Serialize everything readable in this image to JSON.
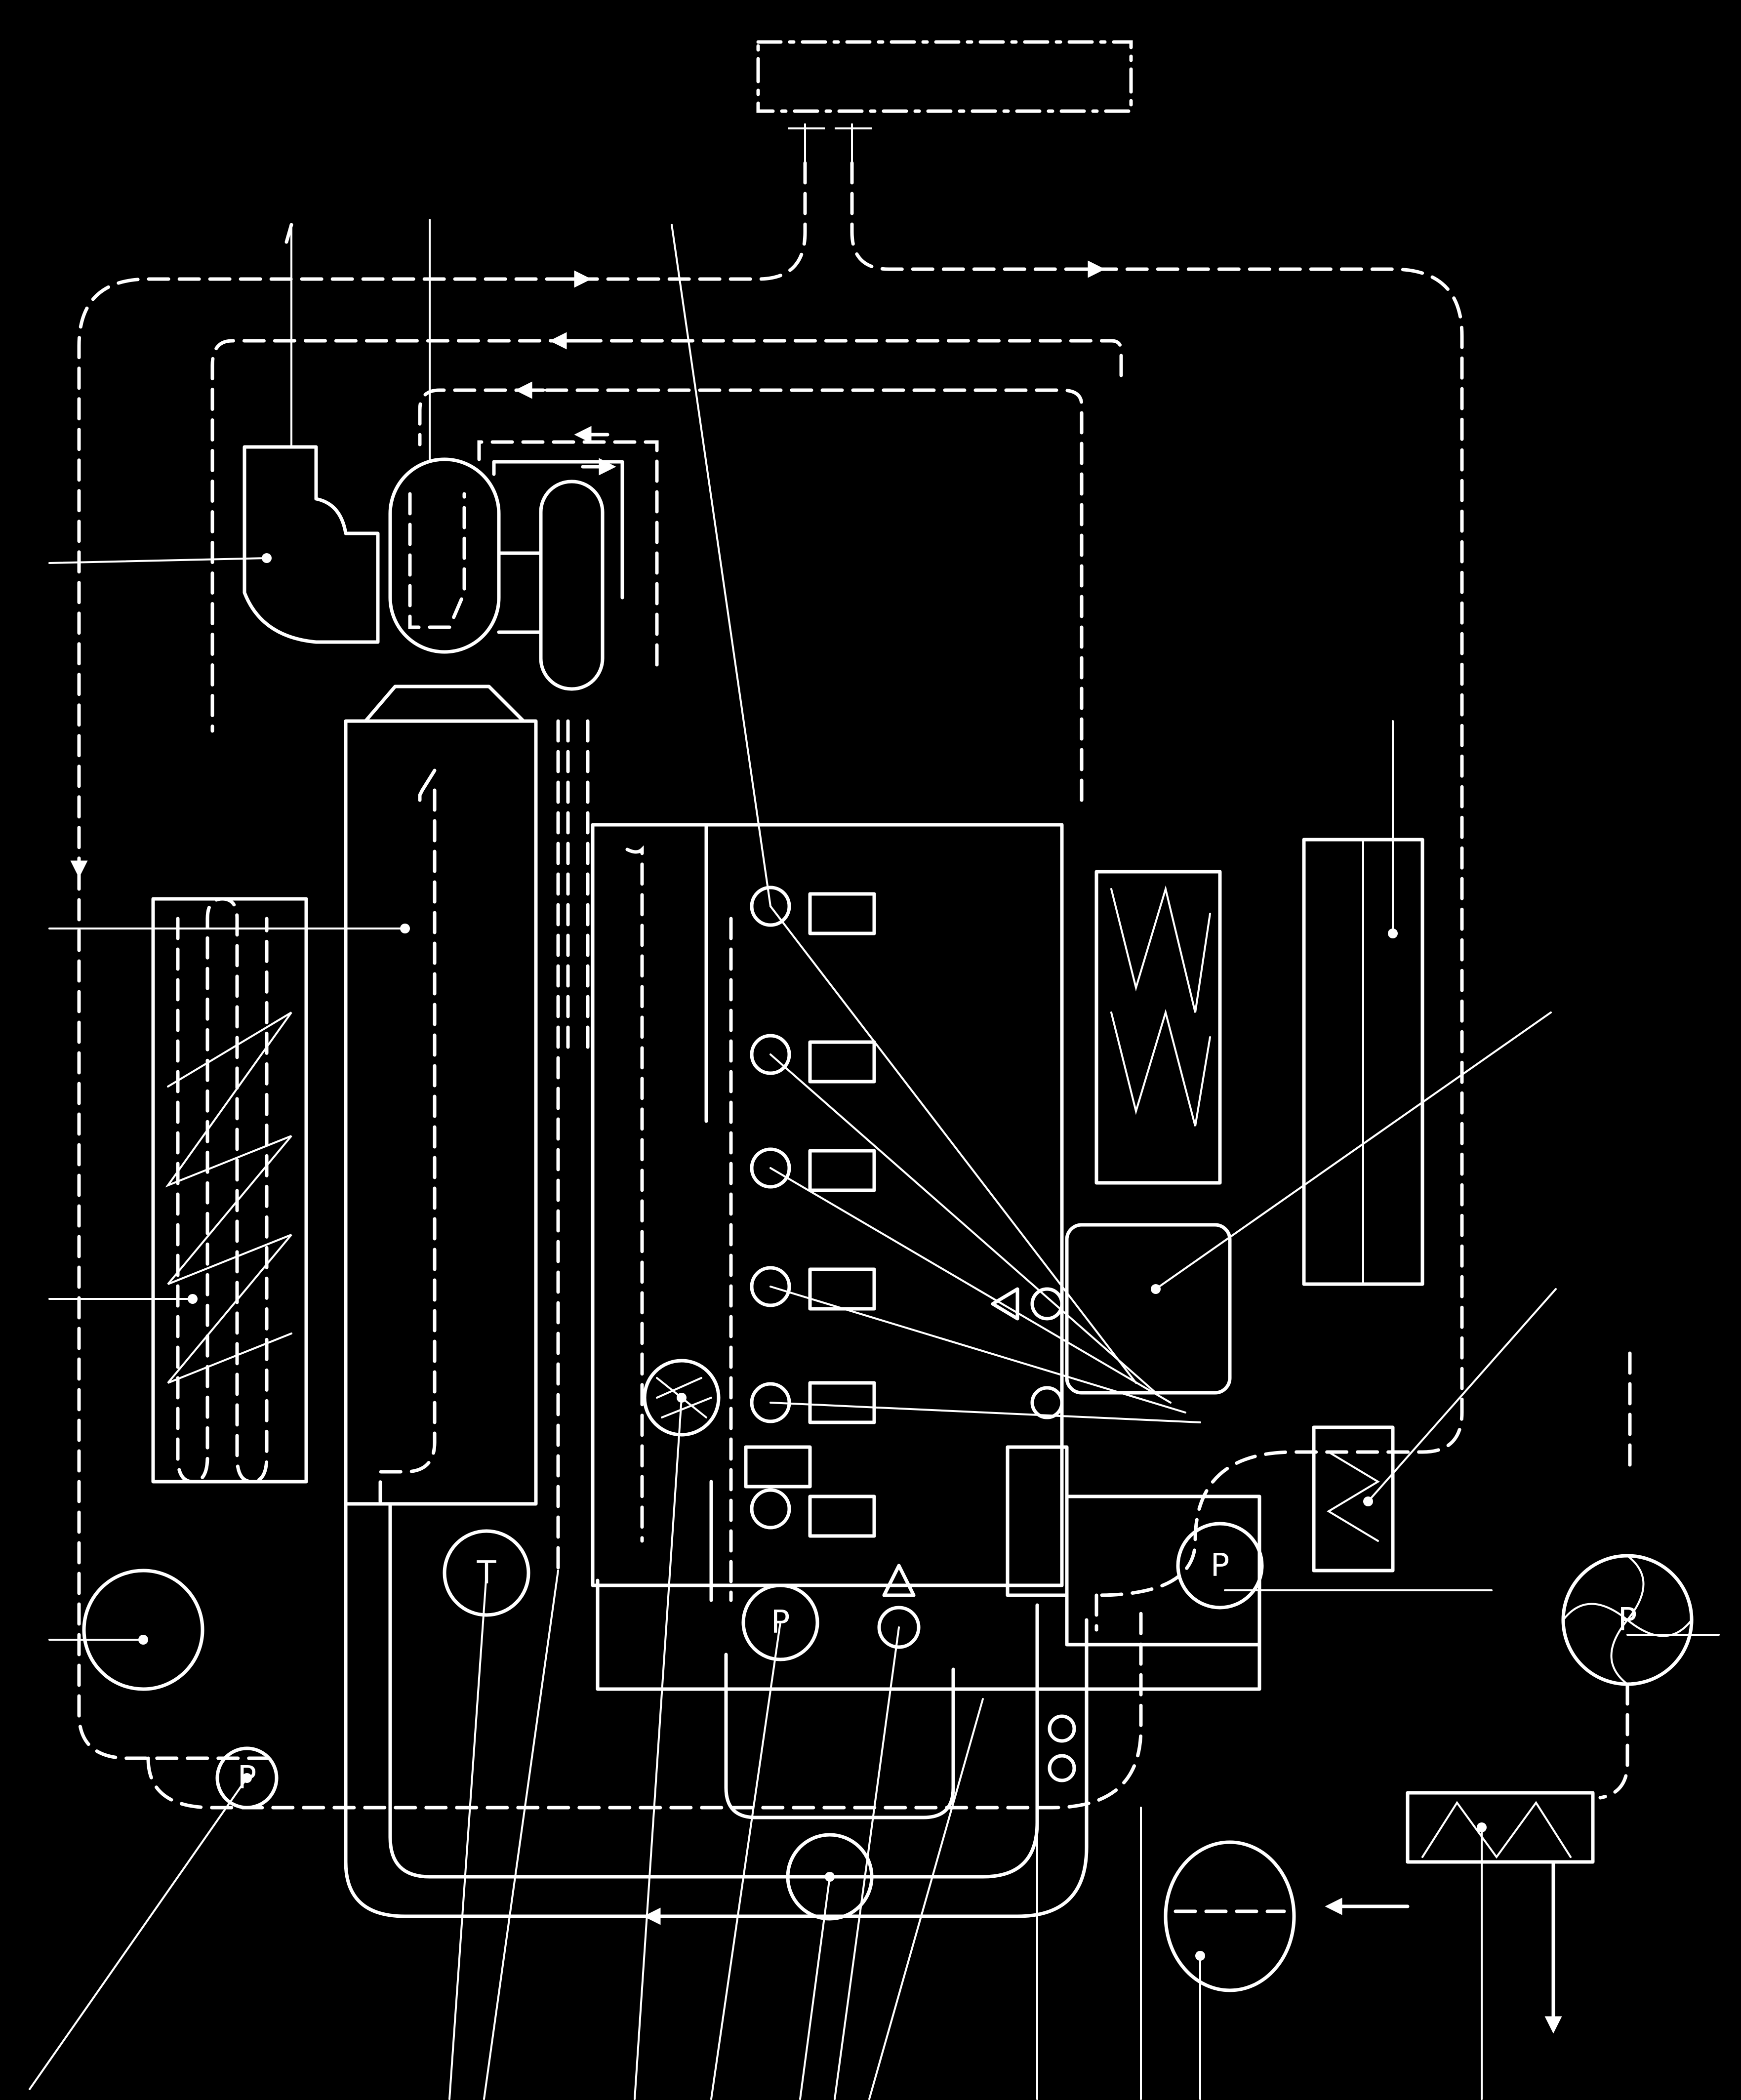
{
  "pump_labels": {
    "lube_pump_left": "P",
    "main_pump_bottom": "P",
    "pump_right": "P",
    "pump_far_right": "P",
    "thermostat": "T"
  },
  "colors": {
    "background": "#000000",
    "line": "#ffffff"
  },
  "icons": [
    "pump-icon",
    "heat-exchanger-icon",
    "filter-icon",
    "fan-icon",
    "tank-icon",
    "turbocharger-icon",
    "thermostat-icon"
  ]
}
